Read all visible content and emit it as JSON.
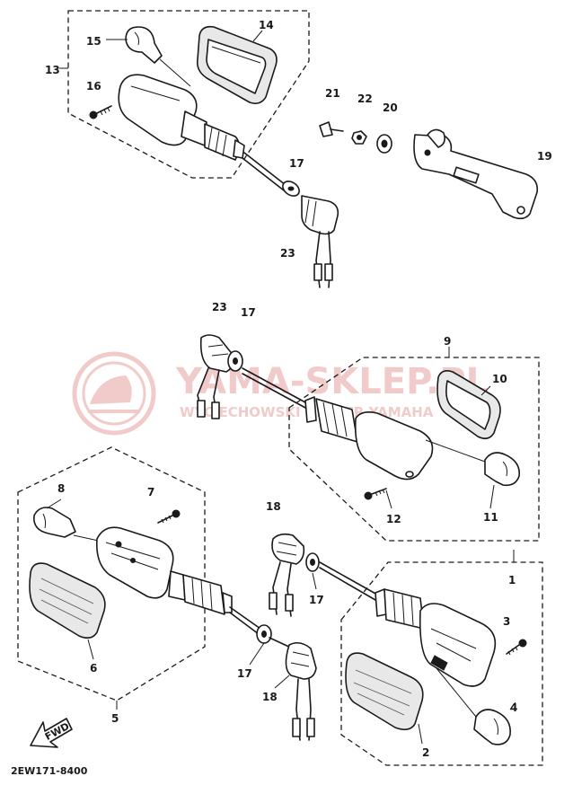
{
  "diagram": {
    "part_code": "2EW171-8400",
    "fwd_label": "FWD",
    "watermark": {
      "title": "YAMA-SKLEP.PL",
      "subtitle": "WYCIECHOWSKI DEALER YAMAHA",
      "color": "#e6a0a0"
    },
    "callouts": {
      "c1": "1",
      "c2": "2",
      "c3": "3",
      "c4": "4",
      "c5": "5",
      "c6": "6",
      "c7": "7",
      "c8": "8",
      "c9": "9",
      "c10": "10",
      "c11": "11",
      "c12": "12",
      "c13": "13",
      "c14": "14",
      "c15": "15",
      "c16": "16",
      "c17a": "17",
      "c17b": "17",
      "c17c": "17",
      "c17d": "17",
      "c18a": "18",
      "c18b": "18",
      "c19": "19",
      "c20": "20",
      "c21": "21",
      "c22": "22",
      "c23a": "23",
      "c23b": "23"
    }
  }
}
